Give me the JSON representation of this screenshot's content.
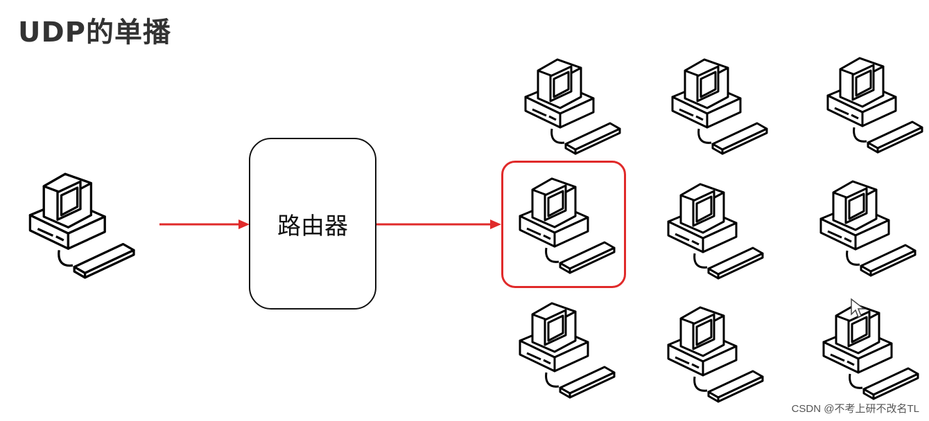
{
  "title": "UDP的单播",
  "router": {
    "label": "路由器"
  },
  "watermark": "CSDN @不考上研不改名TL",
  "colors": {
    "arrow": "#e02a2a",
    "highlight": "#e02a2a",
    "title": "#333333"
  },
  "icons": {
    "computer": "computer-icon",
    "cursor": "mouse-cursor-icon"
  }
}
